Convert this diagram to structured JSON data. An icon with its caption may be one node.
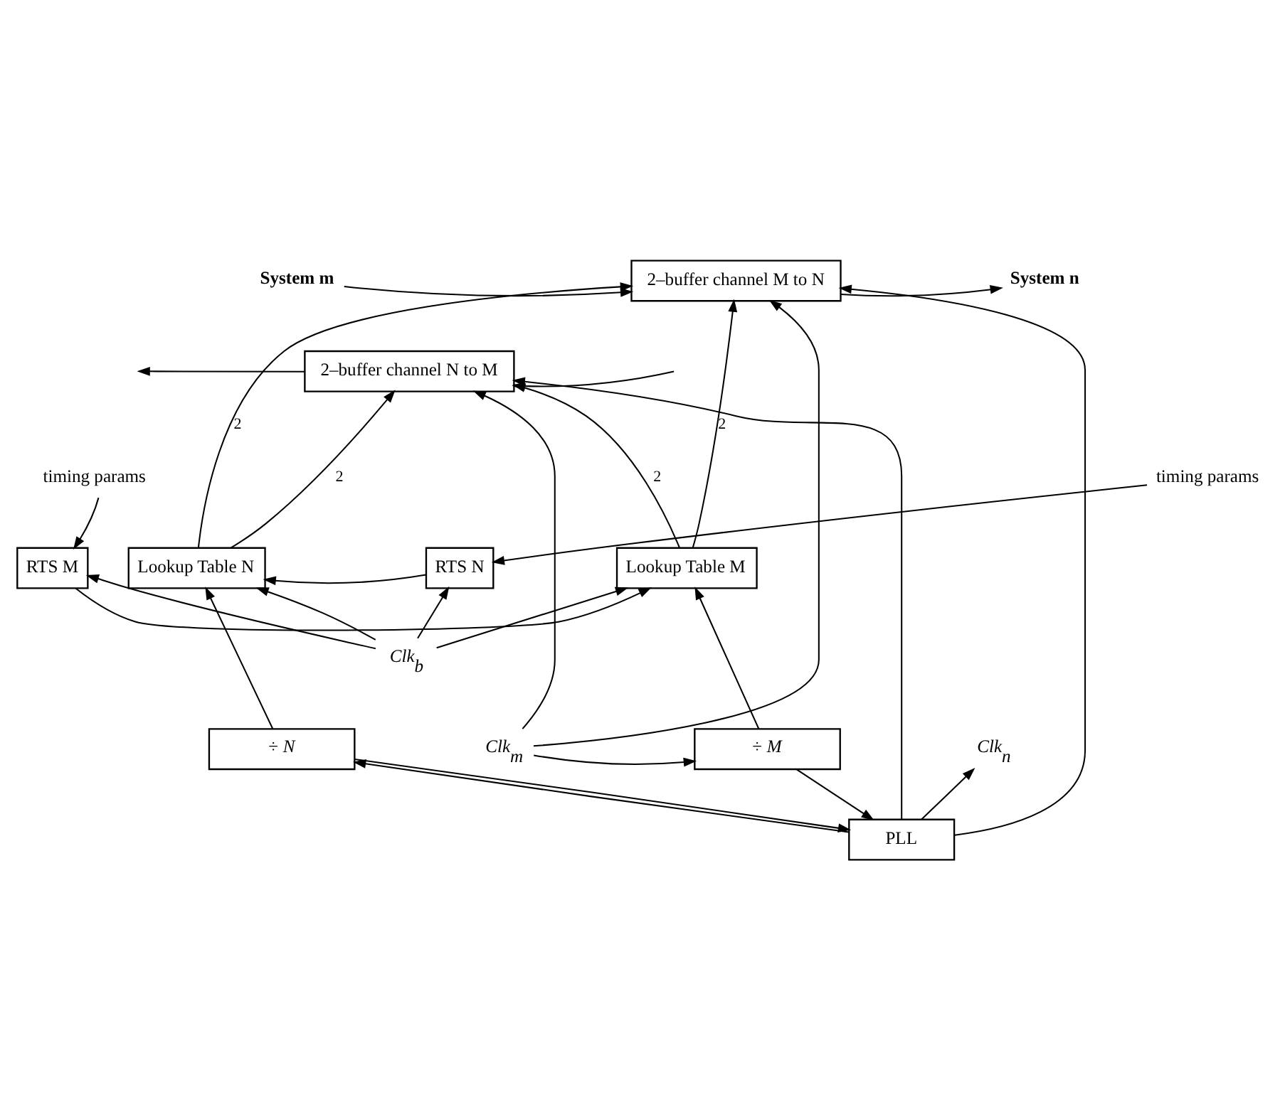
{
  "diagram": {
    "nodes": [
      {
        "text": [
          "System m"
        ]
      },
      {
        "text": [
          "System n"
        ]
      },
      {
        "text": [
          "2–buffer channel M to N"
        ]
      },
      {
        "text": [
          "2–buffer channel N to M"
        ]
      },
      {
        "text": [
          "timing params"
        ]
      },
      {
        "text": [
          "RTS M"
        ]
      },
      {
        "text": [
          "Lookup Table M"
        ]
      },
      {
        "text": [
          "Lookup Table N"
        ]
      },
      {
        "text": [
          "RTS N"
        ]
      },
      {
        "text": [
          "timing params"
        ]
      },
      {
        "text": [
          "Clk$_{b}$"
        ]
      },
      {
        "text": [
          "Clk$_{m}$"
        ]
      },
      {
        "text": [
          "÷ *M*"
        ]
      },
      {
        "text": [
          "÷ *N*"
        ]
      },
      {
        "text": [
          "Clk$_{n}$"
        ]
      },
      {
        "text": [
          "PLL"
        ]
      }
    ],
    "edges": [
      {
        "from": 0,
        "to": 2,
        "arrow": "to"
      },
      {
        "from": 2,
        "to": 1,
        "arrow": "to"
      },
      {
        "from": 3,
        "to": null,
        "arrow": "to"
      },
      {
        "from": null,
        "to": 3,
        "arrow": "to"
      },
      {
        "from": 11,
        "to": 2,
        "arrow": "to"
      },
      {
        "from": 11,
        "to": 3,
        "arrow": "to"
      },
      {
        "from": 11,
        "to": 12,
        "arrow": "to"
      },
      {
        "from": 15,
        "to": 2,
        "arrow": "to"
      },
      {
        "from": 15,
        "to": 3,
        "arrow": "to"
      },
      {
        "from": 15,
        "to": 13,
        "arrow": "to"
      },
      {
        "from": 15,
        "to": 14,
        "arrow": "to"
      },
      {
        "from": 12,
        "to": 15,
        "arrow": "to"
      },
      {
        "from": 13,
        "to": 15,
        "arrow": "to"
      },
      {
        "from": 12,
        "to": 6,
        "arrow": "to"
      },
      {
        "from": 13,
        "to": 7,
        "arrow": "to"
      },
      {
        "from": 10,
        "to": 5,
        "arrow": "to"
      },
      {
        "from": 10,
        "to": 6,
        "arrow": "to"
      },
      {
        "from": 10,
        "to": 7,
        "arrow": "to"
      },
      {
        "from": 10,
        "to": 8,
        "arrow": "to"
      },
      {
        "from": 4,
        "to": 5,
        "arrow": "to"
      },
      {
        "from": 9,
        "to": 8,
        "arrow": "to"
      },
      {
        "from": 5,
        "to": 6,
        "arrow": "to"
      },
      {
        "from": 8,
        "to": 7,
        "arrow": "to"
      },
      {
        "from": 6,
        "to": 2,
        "arrow": "to",
        "label": "2"
      },
      {
        "from": 6,
        "to": 3,
        "arrow": "to",
        "label": "2"
      },
      {
        "from": 7,
        "to": 3,
        "arrow": "to",
        "label": "2"
      },
      {
        "from": 7,
        "to": 2,
        "arrow": "to",
        "label": "2"
      }
    ]
  }
}
